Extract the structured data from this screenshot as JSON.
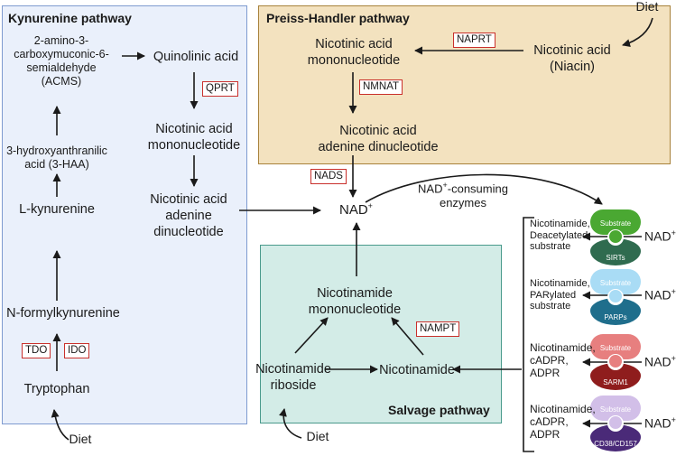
{
  "kynurenine": {
    "title": "Kynurenine pathway",
    "acms": "2-amino-3-\ncarboxymuconic-6-\nsemialdehyde\n(ACMS)",
    "haa": "3-hydroxyanthranilic\nacid (3-HAA)",
    "lkyn": "L-kynurenine",
    "nfk": "N-formylkynurenine",
    "trp": "Tryptophan",
    "tdo": "TDO",
    "ido": "IDO",
    "quin": "Quinolinic acid",
    "qprt": "QPRT",
    "namn": "Nicotinic acid\nmononucleotide",
    "naad": "Nicotinic acid\nadenine\ndinucleotide",
    "diet": "Diet"
  },
  "preiss": {
    "title": "Preiss-Handler pathway",
    "namn": "Nicotinic acid\nmononucleotide",
    "naprt": "NAPRT",
    "na": "Nicotinic acid\n(Niacin)",
    "nmnat": "NMNAT",
    "naad": "Nicotinic acid\nadenine dinucleotide",
    "diet": "Diet"
  },
  "center": {
    "nads": "NADS",
    "nad": "NAD",
    "nad_sup": "+",
    "consuming_1": "NAD",
    "consuming_sup": "+",
    "consuming_2": "-consuming\nenzymes"
  },
  "salvage": {
    "title": "Salvage pathway",
    "nmn": "Nicotinamide\nmononucleotide",
    "nampt": "NAMPT",
    "nr": "Nicotinamide\nriboside",
    "nam": "Nicotinamide",
    "diet": "Diet"
  },
  "enzymes": [
    {
      "substrate": "Substrate",
      "name": "SIRTs",
      "products": "Nicotinamide,\nDeacetylated\nsubstrate",
      "nad": "NAD",
      "nad_sup": "+",
      "top_color": "#4aa832",
      "bottom_color": "#2f6b4f"
    },
    {
      "substrate": "Substrate",
      "name": "PARPs",
      "products": "Nicotinamide,\nPARylated\nsubstrate",
      "nad": "NAD",
      "nad_sup": "+",
      "top_color": "#a9dcf5",
      "bottom_color": "#1f6e8c"
    },
    {
      "substrate": "Substrate",
      "name": "SARM1",
      "products": "Nicotinamide,\ncADPR,\nADPR",
      "nad": "NAD",
      "nad_sup": "+",
      "top_color": "#e77f7f",
      "bottom_color": "#8f1d1d"
    },
    {
      "substrate": "Substrate",
      "name": "CD38/CD157",
      "products": "Nicotinamide,\ncADPR,\nADPR",
      "nad": "NAD",
      "nad_sup": "+",
      "top_color": "#d2bfe8",
      "bottom_color": "#4a2a78"
    }
  ]
}
